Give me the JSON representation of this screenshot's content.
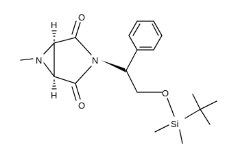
{
  "atoms": {
    "aziridine_n": "N",
    "imide_n": "N",
    "carbonyl_o_top": "O",
    "carbonyl_o_bottom": "O",
    "ether_o": "O",
    "silicon": "Si",
    "h_top": "H",
    "h_bottom": "H"
  },
  "colors": {
    "bond": "#000000",
    "background": "#ffffff"
  }
}
